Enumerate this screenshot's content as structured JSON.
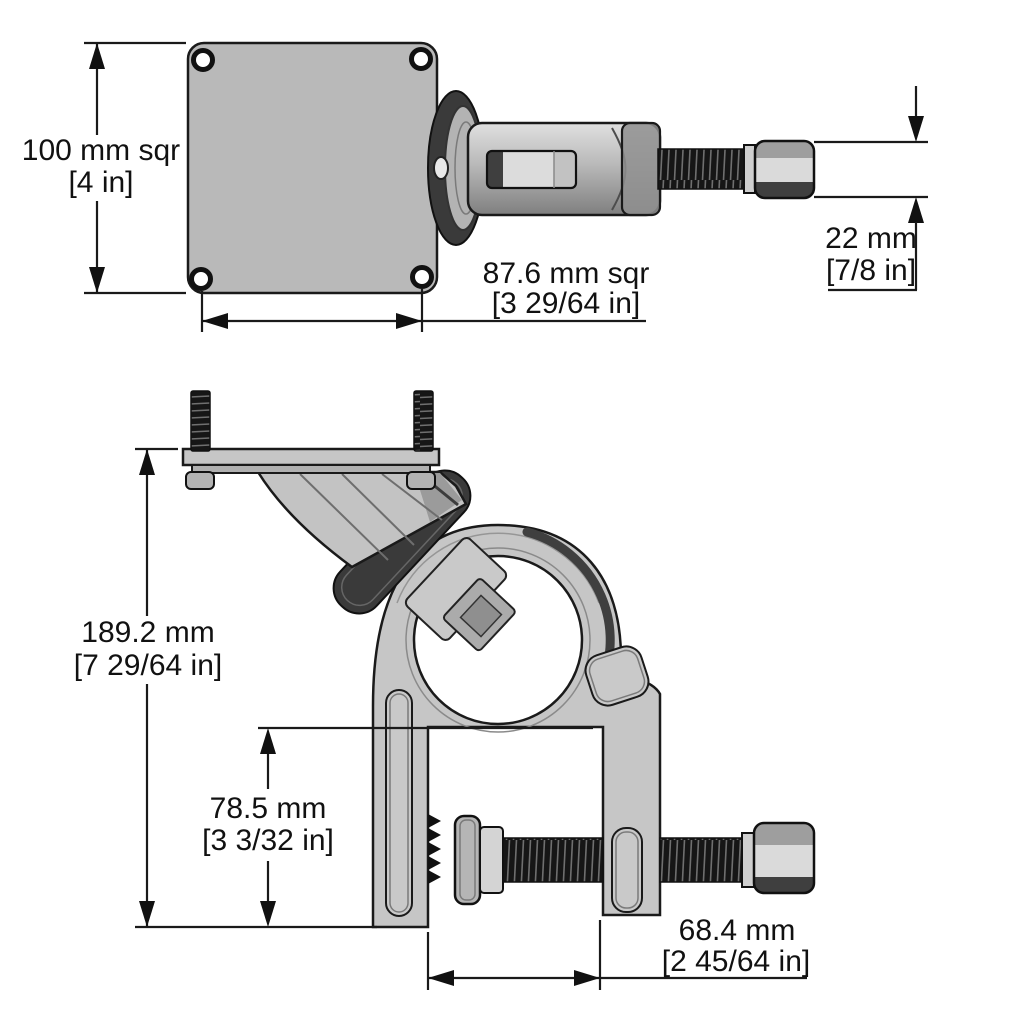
{
  "page": {
    "background": "#ffffff",
    "description": "Two-view dimensioned engineering drawing of a square-plate swivel pole clamp with clamp screw and hex nut"
  },
  "colors": {
    "line": "#1a1a1a",
    "plate_gray": "#b9b9b9",
    "body_gray": "#c6c6c6",
    "dark_metal": "#3a3a3a",
    "thread_black": "#161616",
    "nut_top": "#9e9e9e",
    "nut_light": "#dadada",
    "nut_dark": "#3f3f3f",
    "text": "#111111"
  },
  "dimensions": {
    "plate": {
      "metric": "100 mm sqr",
      "imperial": "[4 in]"
    },
    "hole_spacing": {
      "metric": "87.6 mm sqr",
      "imperial": "[3 29/64 in]"
    },
    "nut_width": {
      "metric": "22 mm",
      "imperial": "[7/8 in]"
    },
    "overall_height": {
      "metric": "189.2 mm",
      "imperial": "[7 29/64 in]"
    },
    "throat_depth": {
      "metric": "78.5 mm",
      "imperial": "[3 3/32 in]"
    },
    "jaw_opening": {
      "metric": "68.4 mm",
      "imperial": "[2 45/64 in]"
    }
  }
}
